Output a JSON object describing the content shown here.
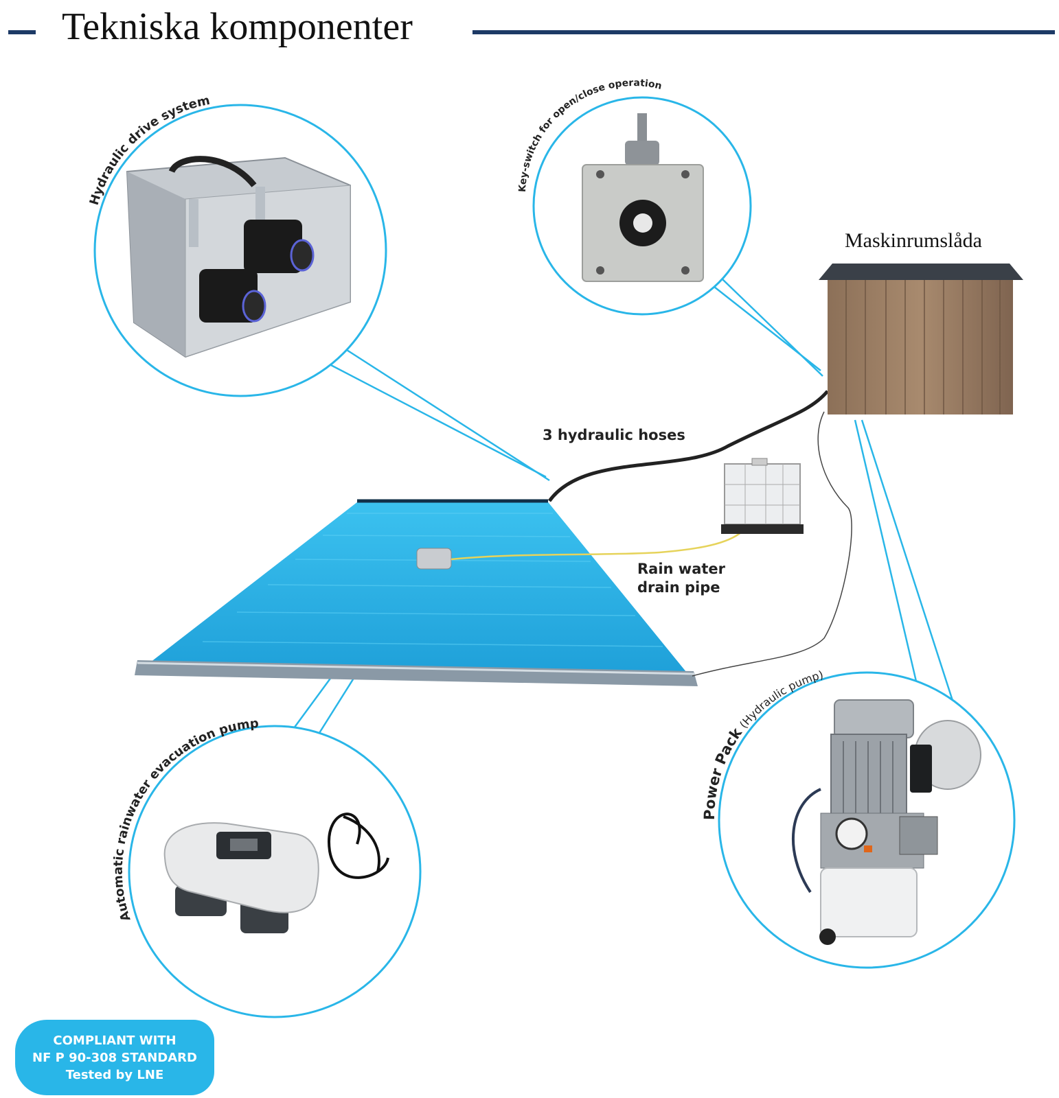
{
  "page_title": "Tekniska komponenter",
  "shed": {
    "label": "Maskinrumslåda"
  },
  "labels": {
    "hoses": "3 hydraulic hoses",
    "drain_line1": "Rain water",
    "drain_line2": "drain pipe"
  },
  "components": {
    "hydraulic_drive": {
      "label": "Hydraulic drive system"
    },
    "key_switch": {
      "label": "Key-switch for open/close operation"
    },
    "evacuation_pump": {
      "label": "Automatic rainwater evacuation pump"
    },
    "power_pack": {
      "label": "Power Pack",
      "sublabel": "(Hydraulic pump)"
    }
  },
  "badge": {
    "line1": "COMPLIANT WITH",
    "line2": "NF P 90-308 STANDARD",
    "line3": "Tested by LNE"
  },
  "colors": {
    "accent_blue": "#1d3a66",
    "circle_cyan": "#29b6e8",
    "pool_blue": "#27a9e1"
  }
}
